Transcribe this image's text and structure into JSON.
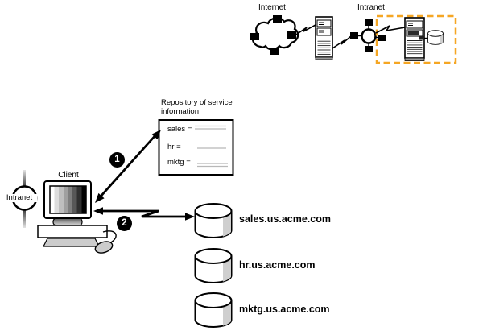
{
  "diagram": {
    "top_network": {
      "internet_label": "Internet",
      "intranet_label": "Intranet"
    },
    "repository": {
      "title_line1": "Repository of service",
      "title_line2": "information",
      "entries": [
        {
          "label": "sales ="
        },
        {
          "label": "hr ="
        },
        {
          "label": "mktg ="
        }
      ]
    },
    "client": {
      "label": "Client",
      "network_label": "Intranet"
    },
    "steps": [
      {
        "number": "1"
      },
      {
        "number": "2"
      }
    ],
    "databases": [
      {
        "host": "sales.us.acme.com"
      },
      {
        "host": "hr.us.acme.com"
      },
      {
        "host": "mktg.us.acme.com"
      }
    ],
    "icons": {
      "cloud": "internet-cloud-icon",
      "hub": "network-hub-icon",
      "server": "server-tower-icon",
      "database": "database-cylinder-icon",
      "client": "desktop-computer-icon"
    },
    "colors": {
      "highlight_border": "#F5A623",
      "placeholder_line": "#b8b8b8"
    }
  }
}
